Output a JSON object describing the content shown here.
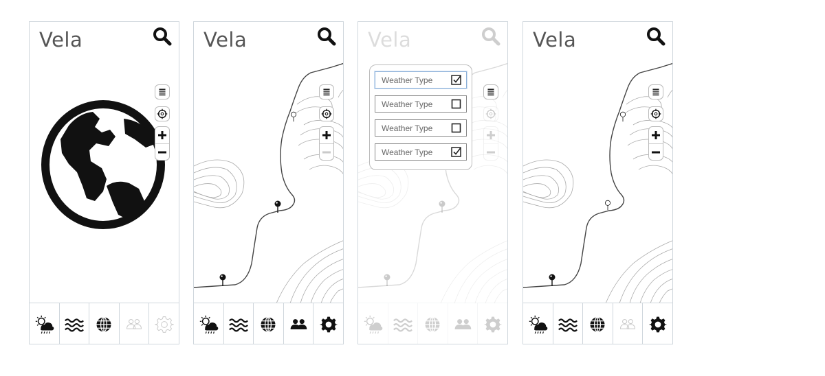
{
  "app": {
    "title": "Vela"
  },
  "controls": {
    "zoom_in": "+",
    "zoom_out": "−"
  },
  "icons": {
    "search": "search-icon",
    "layers": "layers-menu-icon",
    "locate": "locate-icon",
    "globe": "globe-icon",
    "weather": "weather-icon",
    "waves": "waves-icon",
    "people": "people-icon",
    "settings": "gear-icon",
    "pin": "map-pin-icon"
  },
  "colors": {
    "ink": "#111111",
    "title": "#555555",
    "border": "#cfd6dc",
    "focus": "#8cb0d8"
  },
  "weather_filter": {
    "options": [
      {
        "label": "Weather Type",
        "checked": true
      },
      {
        "label": "Weather Type",
        "checked": false
      },
      {
        "label": "Weather Type",
        "checked": false
      },
      {
        "label": "Weather Type",
        "checked": true
      }
    ]
  }
}
